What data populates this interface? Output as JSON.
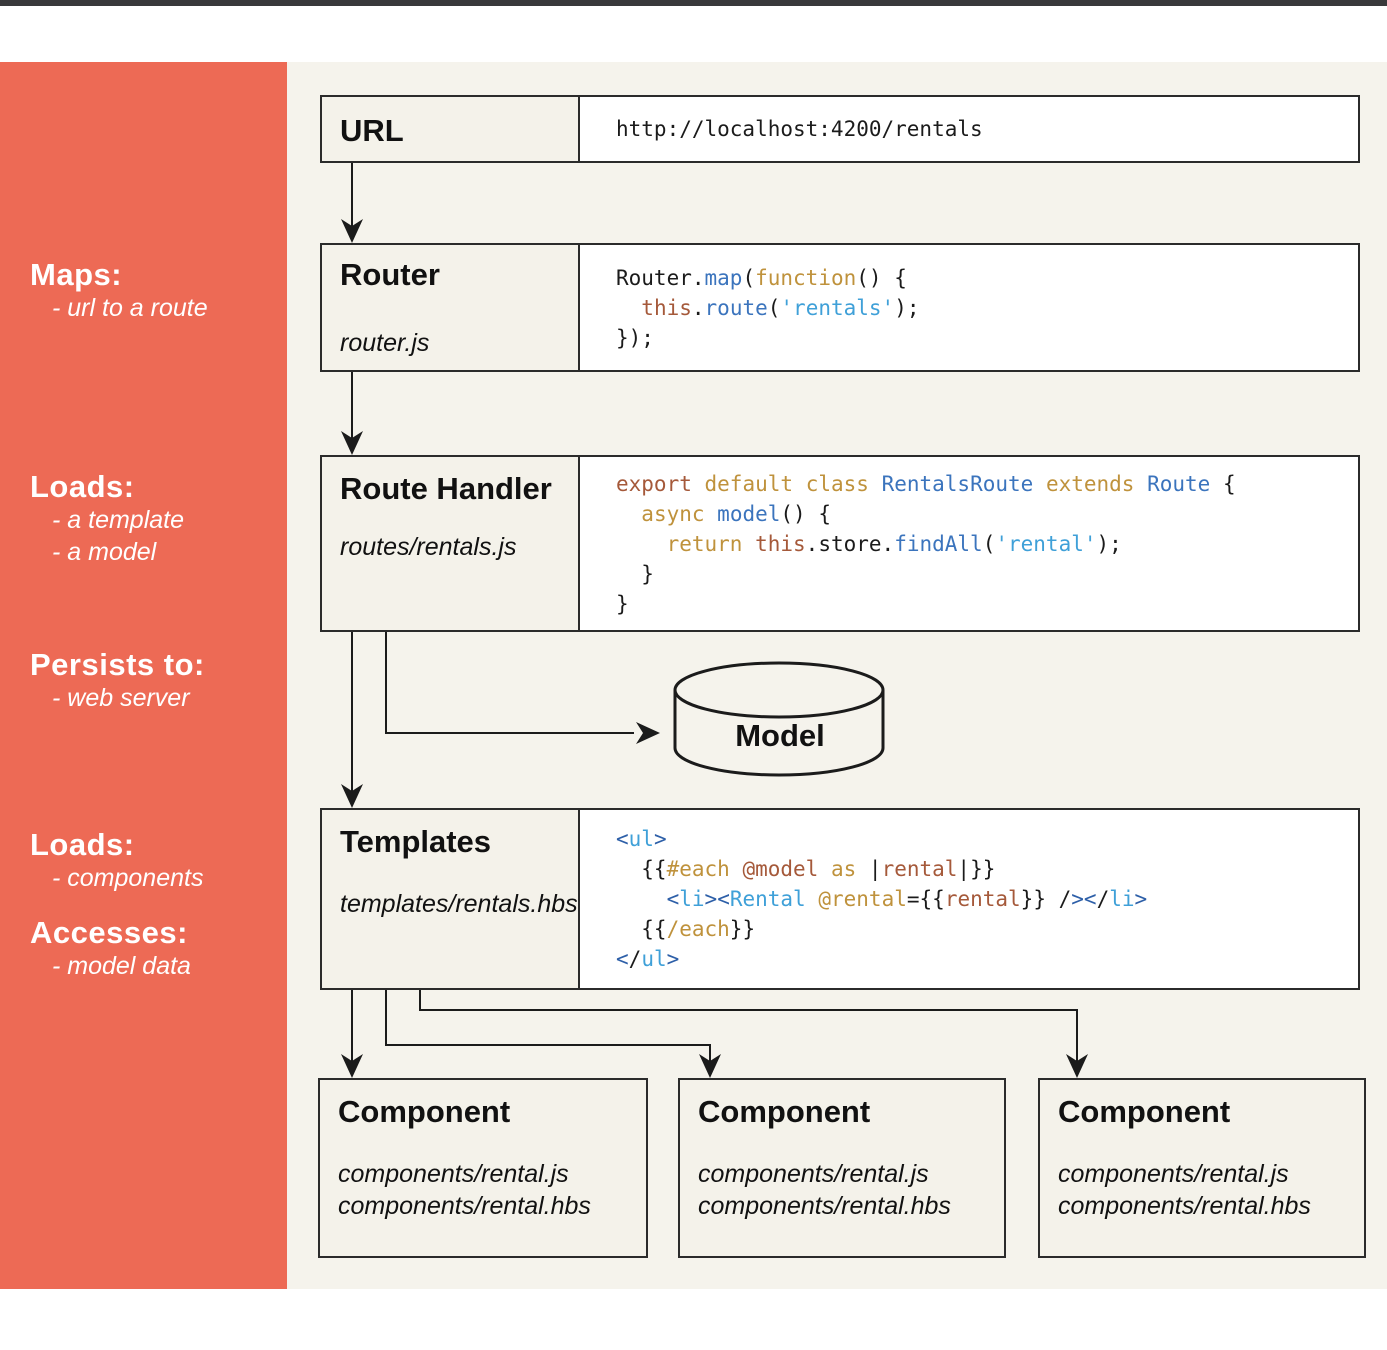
{
  "colors": {
    "accent_salmon": "#ed6a55",
    "canvas_cream": "#f5f3ec",
    "label_cell": "#f4f2ea",
    "code_white": "#ffffff",
    "border_dark": "#2b2b2b",
    "syntax_gold": "#bf923c",
    "syntax_blue": "#3b74bd",
    "syntax_lightblue": "#3fa0d8",
    "syntax_rust": "#a5593a"
  },
  "sidebar": {
    "notes": [
      {
        "heading": "Maps:",
        "items": [
          "- url to a route"
        ]
      },
      {
        "heading": "Loads:",
        "items": [
          "- a template",
          "- a model"
        ]
      },
      {
        "heading": "Persists to:",
        "items": [
          "- web server"
        ]
      },
      {
        "heading": "Loads:",
        "items": [
          "- components"
        ]
      },
      {
        "heading": "Accesses:",
        "items": [
          "- model data"
        ]
      }
    ]
  },
  "boxes": {
    "url": {
      "label": "URL",
      "code": [
        [
          {
            "t": "http://localhost:4200/rentals",
            "c": "k"
          }
        ]
      ]
    },
    "router": {
      "label": "Router",
      "file": "router.js",
      "code": [
        [
          {
            "t": "Router.",
            "c": "k"
          },
          {
            "t": "map",
            "c": "b"
          },
          {
            "t": "(",
            "c": "k"
          },
          {
            "t": "function",
            "c": "g"
          },
          {
            "t": "() {",
            "c": "k"
          }
        ],
        [
          {
            "t": "  ",
            "c": "k"
          },
          {
            "t": "this",
            "c": "r"
          },
          {
            "t": ".",
            "c": "k"
          },
          {
            "t": "route",
            "c": "b"
          },
          {
            "t": "(",
            "c": "k"
          },
          {
            "t": "'rentals'",
            "c": "s"
          },
          {
            "t": ");",
            "c": "k"
          }
        ],
        [
          {
            "t": "});",
            "c": "k"
          }
        ]
      ]
    },
    "route_handler": {
      "label": "Route Handler",
      "file": "routes/rentals.js",
      "code": [
        [
          {
            "t": "export",
            "c": "r"
          },
          {
            "t": " ",
            "c": "k"
          },
          {
            "t": "default",
            "c": "g"
          },
          {
            "t": " ",
            "c": "k"
          },
          {
            "t": "class",
            "c": "g"
          },
          {
            "t": " ",
            "c": "k"
          },
          {
            "t": "RentalsRoute",
            "c": "b"
          },
          {
            "t": " ",
            "c": "k"
          },
          {
            "t": "extends",
            "c": "g"
          },
          {
            "t": " ",
            "c": "k"
          },
          {
            "t": "Route",
            "c": "b"
          },
          {
            "t": " {",
            "c": "k"
          }
        ],
        [
          {
            "t": "  ",
            "c": "k"
          },
          {
            "t": "async",
            "c": "g"
          },
          {
            "t": " ",
            "c": "k"
          },
          {
            "t": "model",
            "c": "b"
          },
          {
            "t": "() {",
            "c": "k"
          }
        ],
        [
          {
            "t": "    ",
            "c": "k"
          },
          {
            "t": "return",
            "c": "g"
          },
          {
            "t": " ",
            "c": "k"
          },
          {
            "t": "this",
            "c": "r"
          },
          {
            "t": ".store.",
            "c": "k"
          },
          {
            "t": "findAll",
            "c": "b"
          },
          {
            "t": "(",
            "c": "k"
          },
          {
            "t": "'rental'",
            "c": "s"
          },
          {
            "t": ");",
            "c": "k"
          }
        ],
        [
          {
            "t": "  }",
            "c": "k"
          }
        ],
        [
          {
            "t": "}",
            "c": "k"
          }
        ]
      ]
    },
    "model": {
      "label": "Model"
    },
    "templates": {
      "label": "Templates",
      "file": "templates/rentals.hbs",
      "code": [
        [
          {
            "t": "<",
            "c": "p"
          },
          {
            "t": "ul",
            "c": "s"
          },
          {
            "t": ">",
            "c": "p"
          }
        ],
        [
          {
            "t": "  {{",
            "c": "k"
          },
          {
            "t": "#each",
            "c": "g"
          },
          {
            "t": " ",
            "c": "k"
          },
          {
            "t": "@model",
            "c": "r"
          },
          {
            "t": " ",
            "c": "k"
          },
          {
            "t": "as",
            "c": "g"
          },
          {
            "t": " |",
            "c": "k"
          },
          {
            "t": "rental",
            "c": "r"
          },
          {
            "t": "|}}",
            "c": "k"
          }
        ],
        [
          {
            "t": "    ",
            "c": "k"
          },
          {
            "t": "<",
            "c": "p"
          },
          {
            "t": "li",
            "c": "s"
          },
          {
            "t": ">",
            "c": "p"
          },
          {
            "t": "<",
            "c": "p"
          },
          {
            "t": "Rental",
            "c": "s"
          },
          {
            "t": " ",
            "c": "k"
          },
          {
            "t": "@rental",
            "c": "g"
          },
          {
            "t": "={{",
            "c": "k"
          },
          {
            "t": "rental",
            "c": "r"
          },
          {
            "t": "}} /",
            "c": "k"
          },
          {
            "t": ">",
            "c": "p"
          },
          {
            "t": "<",
            "c": "p"
          },
          {
            "t": "/",
            "c": "k"
          },
          {
            "t": "li",
            "c": "s"
          },
          {
            "t": ">",
            "c": "p"
          }
        ],
        [
          {
            "t": "  {{",
            "c": "k"
          },
          {
            "t": "/each",
            "c": "g"
          },
          {
            "t": "}}",
            "c": "k"
          }
        ],
        [
          {
            "t": "<",
            "c": "p"
          },
          {
            "t": "/",
            "c": "k"
          },
          {
            "t": "ul",
            "c": "s"
          },
          {
            "t": ">",
            "c": "p"
          }
        ]
      ]
    },
    "components": [
      {
        "label": "Component",
        "files": [
          "components/rental.js",
          "components/rental.hbs"
        ]
      },
      {
        "label": "Component",
        "files": [
          "components/rental.js",
          "components/rental.hbs"
        ]
      },
      {
        "label": "Component",
        "files": [
          "components/rental.js",
          "components/rental.hbs"
        ]
      }
    ]
  }
}
